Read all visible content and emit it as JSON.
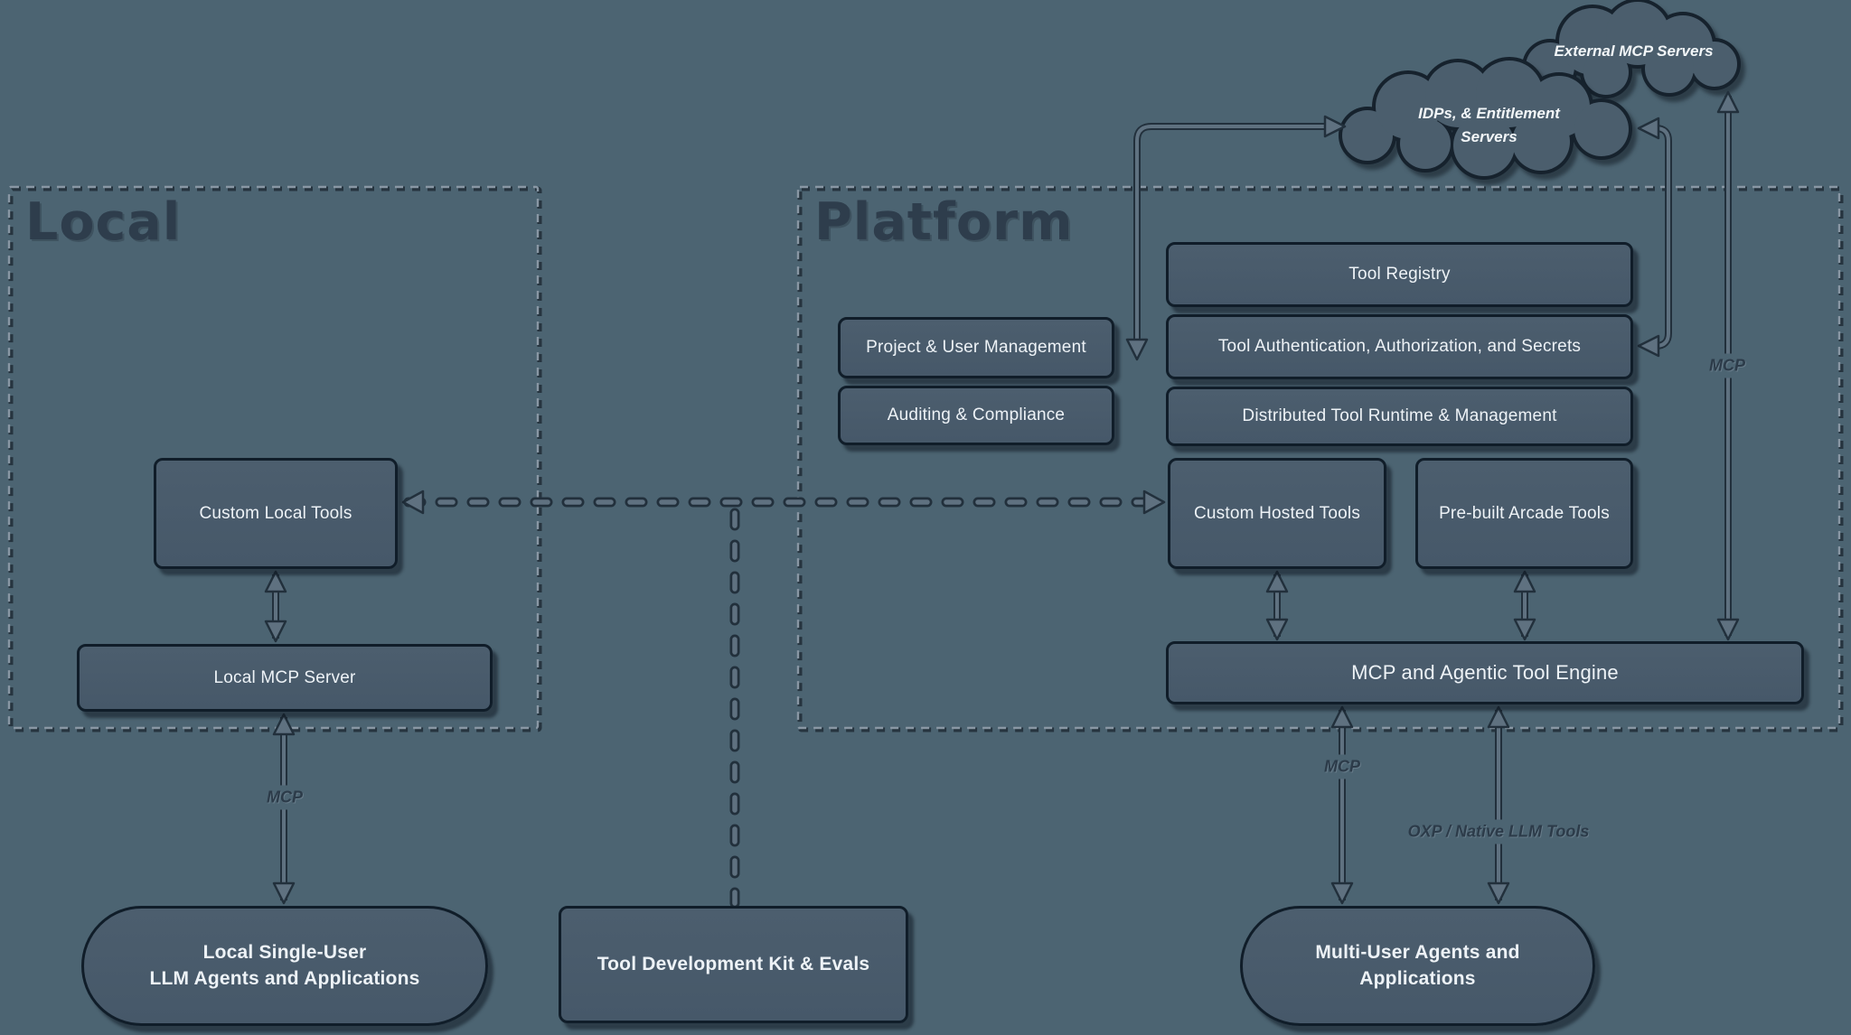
{
  "diagram_title": "Local and Platform MCP architecture",
  "colors": {
    "background": "#4c6472",
    "node_fill": "#475969",
    "node_border": "#101d29",
    "node_text": "#edf2f6",
    "dashed_container": "#8997a4",
    "arrow_core": "#5f7180",
    "arrow_outline": "#22303c",
    "title_text": "#2e3d4c",
    "arrow_label_text": "#2c3b49",
    "cloud_fill": "#4b5e6d",
    "cloud_text": "#f2f6f8"
  },
  "sections": {
    "local_title": "Local",
    "platform_title": "Platform"
  },
  "clouds": {
    "external": {
      "label": "External MCP Servers"
    },
    "idps": {
      "line1": "IDPs, & Entitlement",
      "line2": "Servers"
    }
  },
  "local": {
    "custom_local_tools": "Custom Local Tools",
    "local_mcp_server": "Local MCP Server",
    "agents_line1": "Local Single-User",
    "agents_line2": "LLM Agents and Applications"
  },
  "middle": {
    "tool_dev_kit": "Tool Development Kit & Evals"
  },
  "platform": {
    "tool_registry": "Tool Registry",
    "project_user_mgmt": "Project & User Management",
    "tool_auth": "Tool Authentication, Authorization, and Secrets",
    "auditing": "Auditing & Compliance",
    "distributed_runtime": "Distributed Tool Runtime & Management",
    "custom_hosted_tools": "Custom Hosted Tools",
    "prebuilt_arcade_tools": "Pre-built Arcade Tools",
    "engine": "MCP and Agentic Tool Engine",
    "agents_line1": "Multi-User Agents and",
    "agents_line2": "Applications"
  },
  "arrow_labels": {
    "mcp_local": "MCP",
    "mcp_external": "MCP",
    "mcp_engine": "MCP",
    "oxp": "OXP / Native LLM Tools"
  }
}
